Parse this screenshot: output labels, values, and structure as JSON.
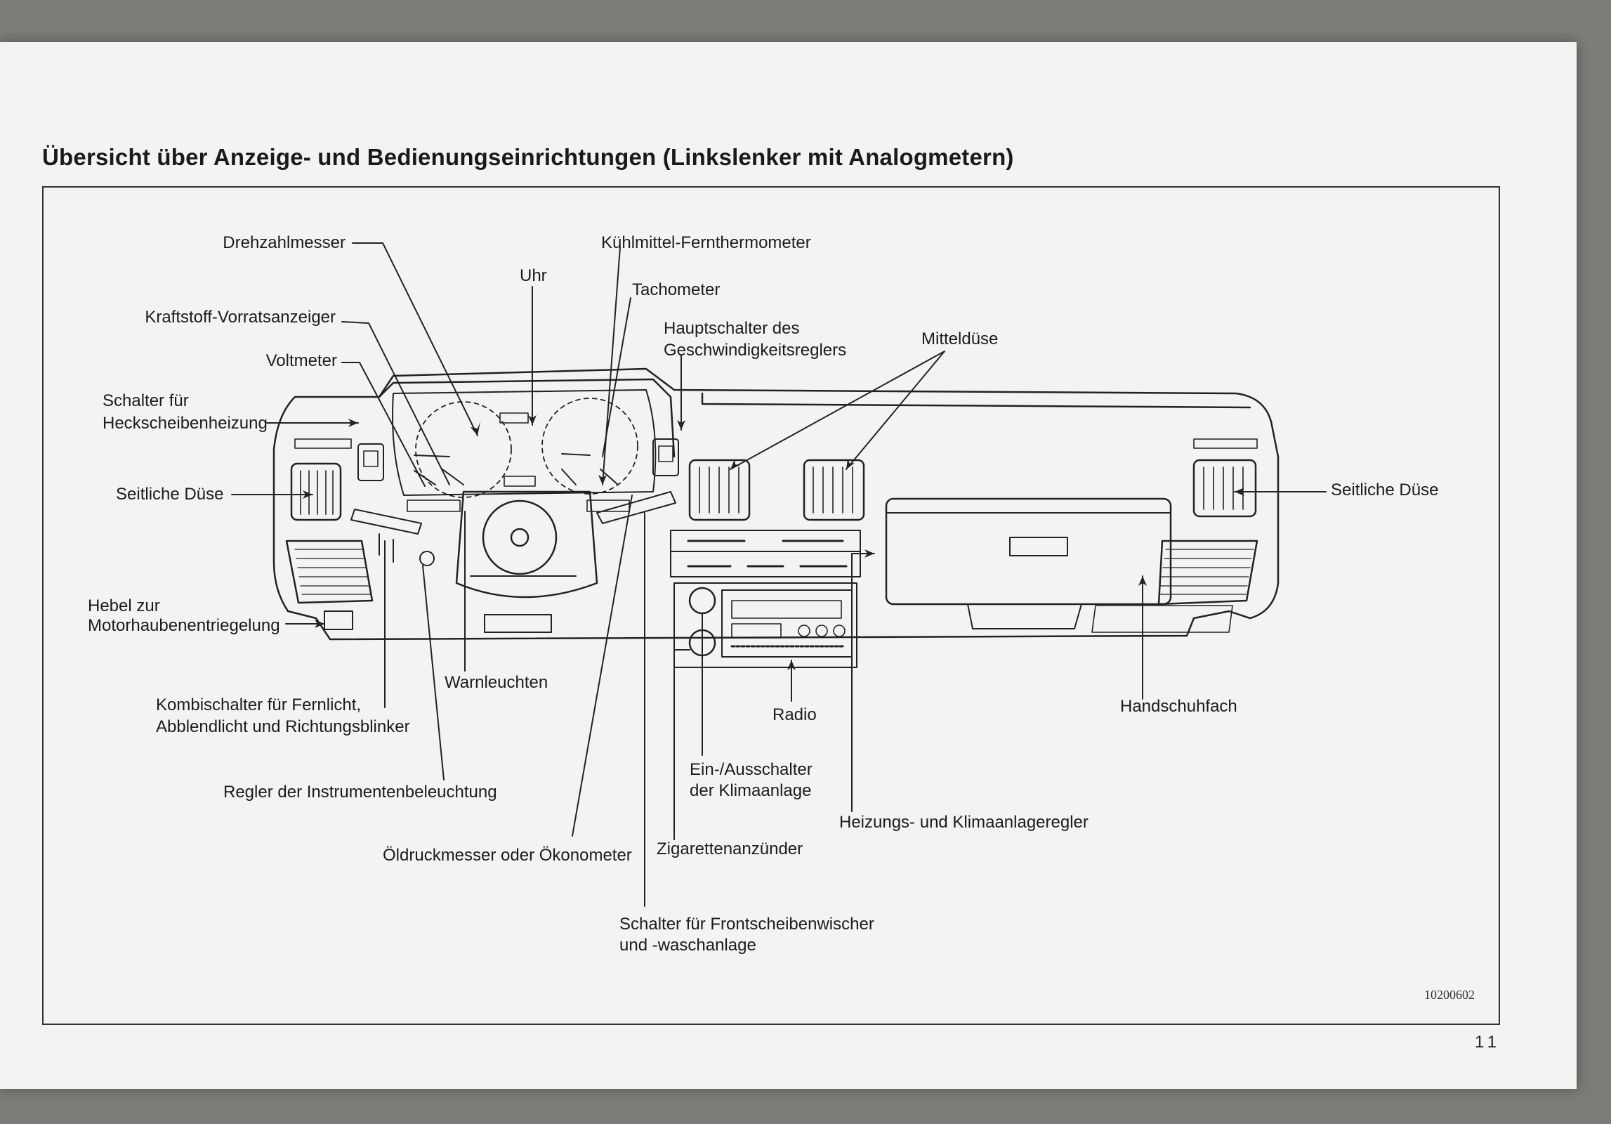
{
  "page": {
    "title": "Übersicht über Anzeige- und Bedienungseinrichtungen (Linkslenker mit Analogmetern)",
    "figure_code": "10200602",
    "page_number": "11"
  },
  "labels": {
    "drehzahlmesser": "Drehzahlmesser",
    "kuehlmittel": "Kühlmittel-Fernthermometer",
    "uhr": "Uhr",
    "tachometer": "Tachometer",
    "kraftstoff": "Kraftstoff-Vorratsanzeiger",
    "hauptschalter_1": "Hauptschalter des",
    "hauptschalter_2": "Geschwindigkeitsreglers",
    "mitteldüse": "Mitteldüse",
    "voltmeter": "Voltmeter",
    "heckscheibe_1": "Schalter für",
    "heckscheibe_2": "Heckscheibenheizung",
    "seitliche_duese_left": "Seitliche Düse",
    "seitliche_duese_right": "Seitliche Düse",
    "hebel_1": "Hebel zur",
    "hebel_2": "Motorhaubenentriegelung",
    "warnleuchten": "Warnleuchten",
    "kombischalter_1": "Kombischalter für Fernlicht,",
    "kombischalter_2": "Abblendlicht und Richtungsblinker",
    "radio": "Radio",
    "handschuhfach": "Handschuhfach",
    "klima_1": "Ein-/Ausschalter",
    "klima_2": "der Klimaanlage",
    "regler_instrument": "Regler der Instrumentenbeleuchtung",
    "heizung": "Heizungs- und Klimaanlageregler",
    "oeldruck": "Öldruckmesser oder Ökonometer",
    "zigarette": "Zigarettenanzünder",
    "wischer_1": "Schalter für Frontscheibenwischer",
    "wischer_2": "und -waschanlage"
  }
}
